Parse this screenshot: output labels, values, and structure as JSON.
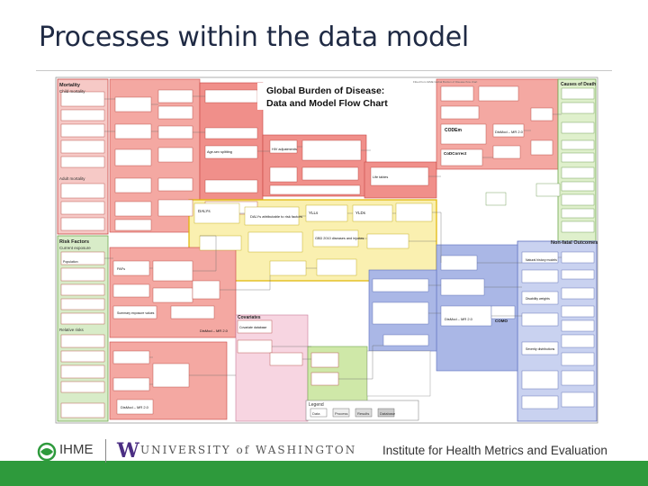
{
  "slide": {
    "title": "Processes within the data model"
  },
  "diagram": {
    "header_note": "Fitted from IHME Global Burden of Disease flow chart",
    "chart_title_line1": "Global Burden of Disease:",
    "chart_title_line2": "Data and Model Flow Chart",
    "sections": {
      "mortality": "Mortality",
      "causes_of_death": "Causes of Death",
      "risk_factors": "Risk Factors",
      "nonfatal": "Non-fatal Outcomes",
      "covariates": "Covariates"
    },
    "labels": {
      "child_mortality": "Child mortality",
      "adult_mortality": "Adult mortality",
      "current_exposure": "Current exposure",
      "relative_risks": "Relative risks",
      "codem": "CODEm",
      "cod_correct": "CoDCorrect",
      "dismod_1": "DisMod – MR 2.0",
      "dismod_2": "DisMod – MR 2.0",
      "dismod_3": "DisMod – MR 2.0",
      "dismod_4": "DisMod – MR 2.0",
      "como": "COMO",
      "dalys": "DALYs",
      "yll": "YLLs",
      "yld": "YLDs",
      "hiv_adjustments": "HIV adjustments",
      "age_sex_splitting": "Age-sex splitting",
      "life_tables": "Life tables",
      "dalys_attributable": "DALYs attributable to risk factors",
      "gbd_diseases": "GBD 2010 diseases and injuries",
      "population": "Population",
      "natural_history": "Natural history models",
      "disability_weights": "Disability weights",
      "severity": "Severity distributions",
      "pafs": "PAFs",
      "summary_exposure": "Summary exposure values",
      "covariate_db": "Covariate database"
    },
    "legend": {
      "title": "Legend",
      "items": [
        "Data",
        "Process",
        "Results",
        "Database"
      ]
    },
    "colors": {
      "mortality_region": "#e9423e",
      "causes_region": "#9ed26e",
      "nonfatal_region": "#7b8fd4",
      "center_region": "#f5d33c",
      "risk_region": "#7fc46a",
      "covariate_region": "#f2a7c0"
    }
  },
  "footer": {
    "ihme_logo": "IHME",
    "uw_logo": "W",
    "uw_text": "UNIVERSITY of WASHINGTON",
    "institute": "Institute for Health Metrics and Evaluation"
  }
}
